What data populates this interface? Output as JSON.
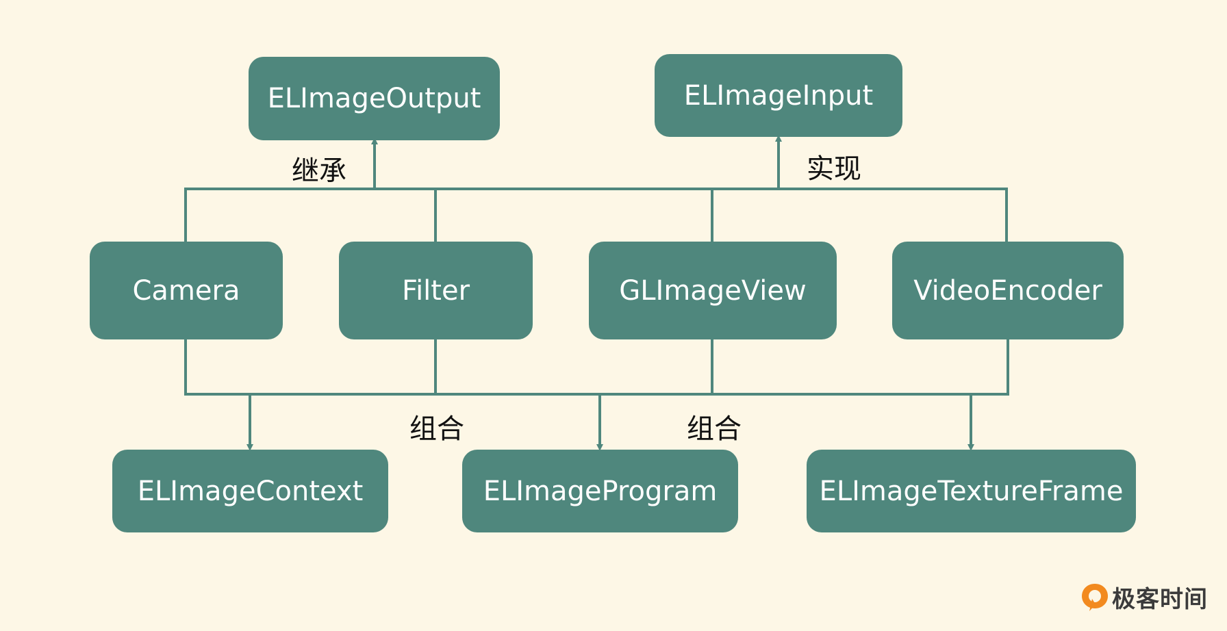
{
  "nodes": {
    "output": "ELImageOutput",
    "input": "ELImageInput",
    "camera": "Camera",
    "filter": "Filter",
    "glview": "GLImageView",
    "encoder": "VideoEncoder",
    "context": "ELImageContext",
    "program": "ELImageProgram",
    "texture": "ELImageTextureFrame"
  },
  "labels": {
    "inherit": "继承",
    "implement": "实现",
    "compose_left": "组合",
    "compose_right": "组合"
  },
  "brand": {
    "name": "极客时间"
  },
  "colors": {
    "background": "#fdf7e6",
    "node_fill": "#4f877d",
    "line": "#4f877d",
    "brand_orange": "#f28a1f"
  }
}
